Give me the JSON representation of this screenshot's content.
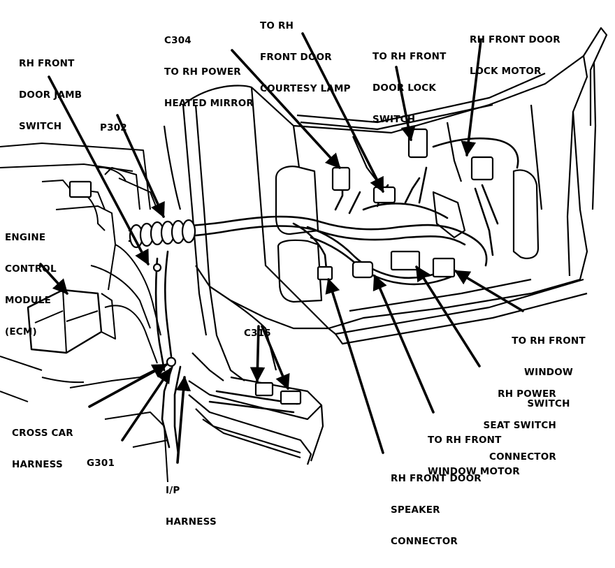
{
  "diagram": {
    "labels": {
      "door_jamb_switch": [
        "RH FRONT",
        "DOOR JAMB",
        "SWITCH"
      ],
      "c304": [
        "C304",
        "TO RH POWER",
        "HEATED MIRROR"
      ],
      "courtesy_lamp": [
        "TO RH",
        "FRONT DOOR",
        "COURTESY LAMP"
      ],
      "door_lock_switch": [
        "TO RH FRONT",
        "DOOR LOCK",
        "SWITCH"
      ],
      "door_lock_motor": [
        "RH FRONT DOOR",
        "LOCK MOTOR"
      ],
      "p302": [
        "P302"
      ],
      "ecm": [
        "ENGINE",
        "CONTROL",
        "MODULE",
        "(ECM)"
      ],
      "c315": [
        "C315"
      ],
      "window_switch": [
        "TO RH FRONT",
        "WINDOW",
        "SWITCH"
      ],
      "seat_switch": [
        "RH POWER",
        "SEAT SWITCH",
        "CONNECTOR"
      ],
      "window_motor": [
        "TO RH FRONT",
        "WINDOW MOTOR"
      ],
      "speaker": [
        "RH FRONT DOOR",
        "SPEAKER",
        "CONNECTOR"
      ],
      "cross_car": [
        "CROSS CAR",
        "HARNESS"
      ],
      "g301": [
        "G301"
      ],
      "ip_harness": [
        "I/P",
        "HARNESS"
      ]
    },
    "colors": {
      "ink": "#000000",
      "paper": "#ffffff"
    }
  }
}
